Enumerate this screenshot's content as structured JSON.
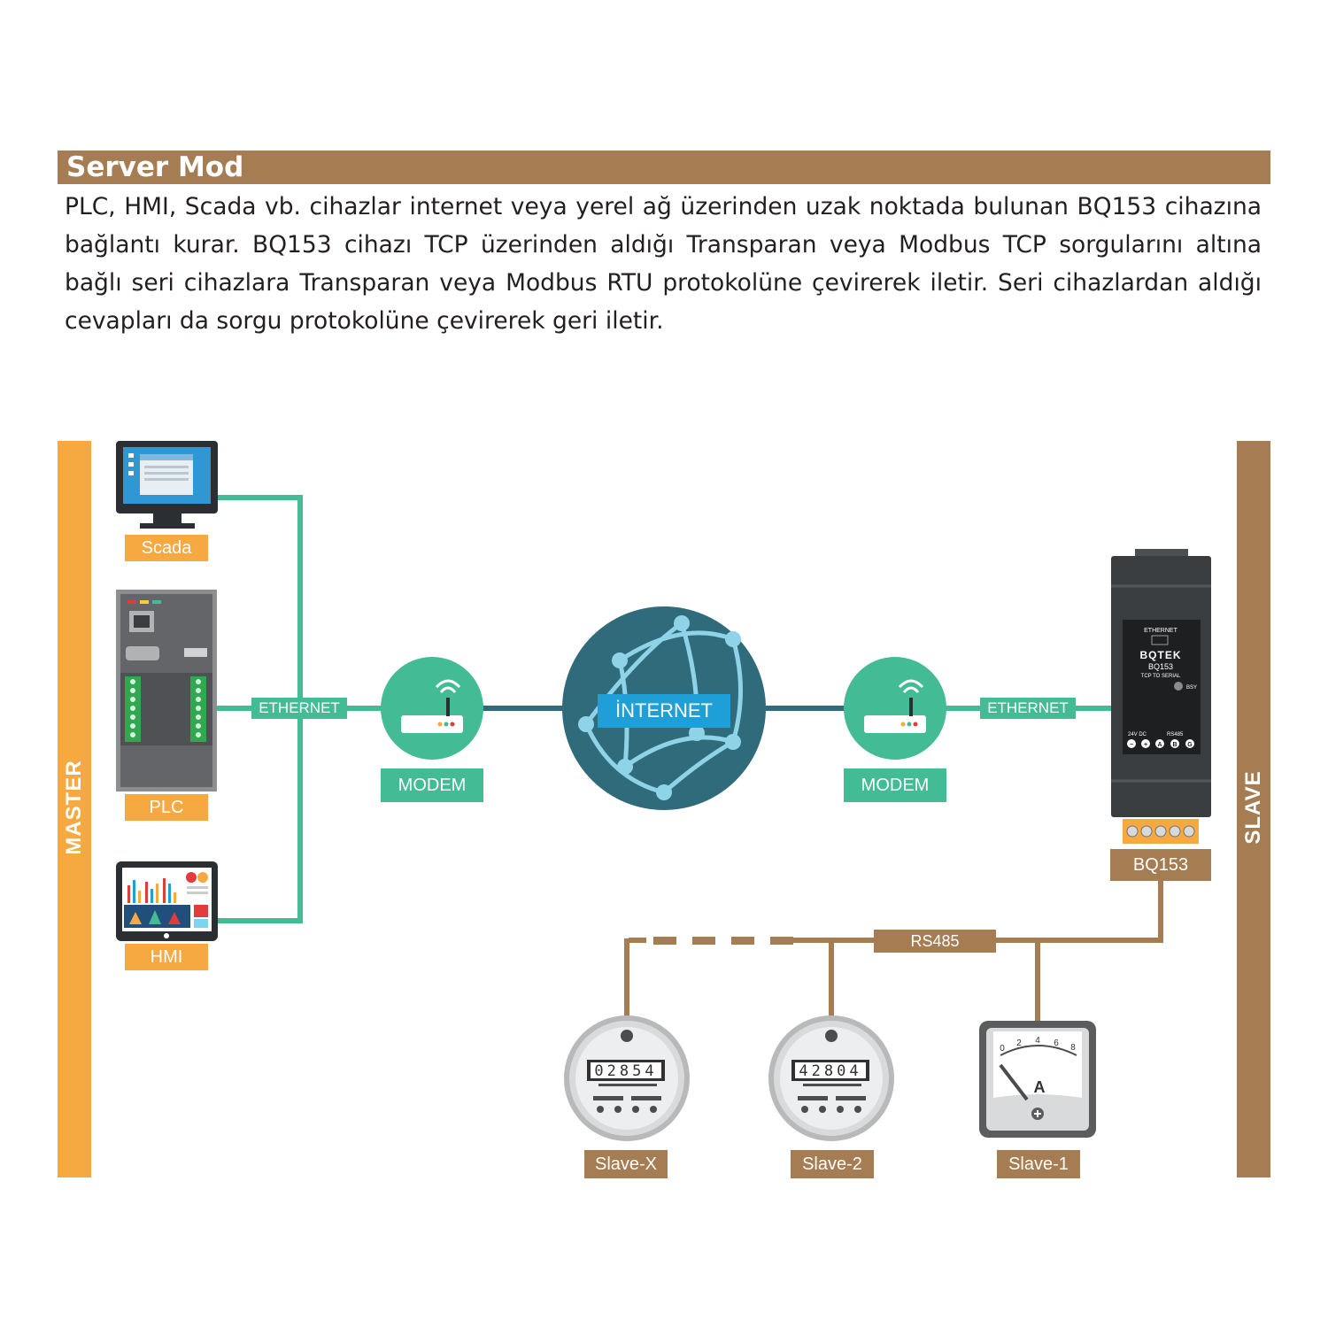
{
  "header": {
    "title": "Server Mod",
    "description": "PLC, HMI, Scada vb. cihazlar internet veya yerel ağ üzerinden uzak noktada bulunan BQ153 cihazına bağlantı kurar. BQ153 cihazı TCP üzerinden aldığı Transparan veya Modbus TCP sorgularını altına bağlı seri cihazlara Transparan veya Modbus RTU protokolüne çevirerek iletir. Seri cihazlardan aldığı cevapları da sorgu protokolüne çevirerek geri iletir."
  },
  "sides": {
    "master": "MASTER",
    "slave": "SLAVE"
  },
  "devices": {
    "scada": "Scada",
    "plc": "PLC",
    "hmi": "HMI",
    "bq153": "BQ153"
  },
  "links": {
    "ethernet_left": "ETHERNET",
    "ethernet_right": "ETHERNET",
    "rs485": "RS485"
  },
  "network": {
    "modem_left": "MODEM",
    "modem_right": "MODEM",
    "internet": "İNTERNET"
  },
  "bq153_panel": {
    "port_label": "ETHERNET",
    "brand": "BQTEK",
    "model": "BQ153",
    "subtitle": "TCP TO SERIAL",
    "led_label": "BSY",
    "power_label": "24V DC",
    "bus_label": "RS485",
    "terminals": [
      "−",
      "+",
      "A",
      "B",
      "G"
    ]
  },
  "slaves": [
    {
      "label": "Slave-X",
      "reading": "02854"
    },
    {
      "label": "Slave-2",
      "reading": "42804"
    },
    {
      "label": "Slave-1",
      "unit": "A",
      "scale": [
        "0",
        "2",
        "4",
        "6",
        "8"
      ]
    }
  ],
  "colors": {
    "brown": "#a67c52",
    "orange": "#f7a941",
    "green": "#43bb94",
    "teal": "#2f6b7b",
    "blue": "#1e9fd8"
  }
}
